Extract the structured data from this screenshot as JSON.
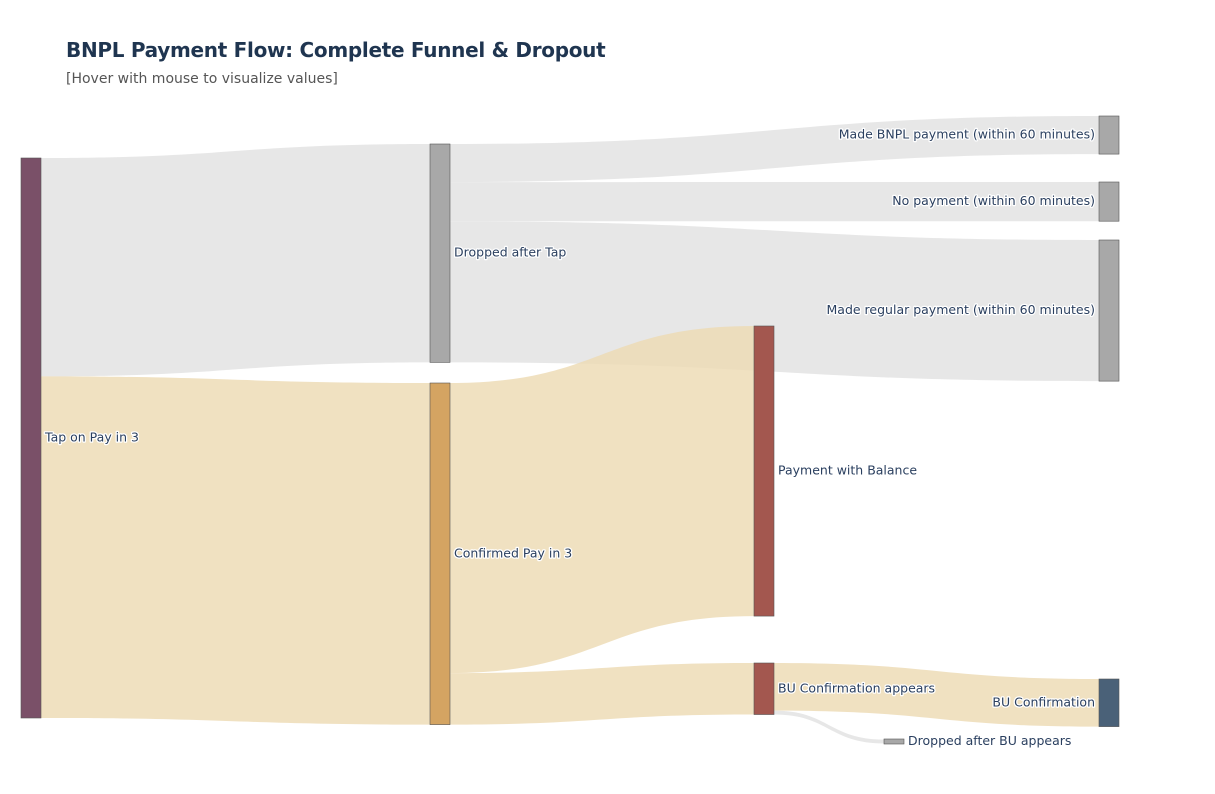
{
  "header": {
    "title": "BNPL Payment Flow: Complete Funnel & Dropout",
    "subtitle": "[Hover with mouse to visualize values]"
  },
  "colors": {
    "tap": "#7a5068",
    "dropped": "#a8a8a8",
    "confirmed": "#d4a462",
    "balance": "#a3574f",
    "bu_appears": "#a3574f",
    "bu_confirmation": "#4a6178",
    "link_grey": "#e4e4e4",
    "link_gold": "#eddbb3",
    "node_border": "#555555"
  },
  "chart_data": {
    "type": "sankey",
    "title": "BNPL Payment Flow: Complete Funnel & Dropout",
    "nodes": [
      {
        "id": "tap",
        "label": "Tap on Pay in 3",
        "column": 0,
        "color": "tap",
        "label_side": "right"
      },
      {
        "id": "dropped",
        "label": "Dropped after Tap",
        "column": 1,
        "color": "dropped",
        "label_side": "right"
      },
      {
        "id": "confirmed",
        "label": "Confirmed Pay in 3",
        "column": 1,
        "color": "confirmed",
        "label_side": "right"
      },
      {
        "id": "balance",
        "label": "Payment with Balance",
        "column": 2,
        "color": "balance",
        "label_side": "right"
      },
      {
        "id": "bu_appears",
        "label": "BU Confirmation appears",
        "column": 2,
        "color": "bu_appears",
        "label_side": "right"
      },
      {
        "id": "bnpl_payment",
        "label": "Made BNPL payment (within 60 minutes)",
        "column": 4,
        "color": "dropped",
        "label_side": "left"
      },
      {
        "id": "no_payment",
        "label": "No payment (within 60 minutes)",
        "column": 4,
        "color": "dropped",
        "label_side": "left"
      },
      {
        "id": "regular_payment",
        "label": "Made regular payment (within 60 minutes)",
        "column": 4,
        "color": "dropped",
        "label_side": "left"
      },
      {
        "id": "bu_confirmation",
        "label": "BU Confirmation",
        "column": 4,
        "color": "bu_confirmation",
        "label_side": "left"
      },
      {
        "id": "dropped_bu",
        "label": "Dropped after BU appears",
        "column": 3,
        "color": "dropped",
        "label_side": "right"
      }
    ],
    "links": [
      {
        "source": "tap",
        "target": "dropped",
        "value": 39,
        "color": "link_grey"
      },
      {
        "source": "tap",
        "target": "confirmed",
        "value": 61,
        "color": "link_gold"
      },
      {
        "source": "dropped",
        "target": "bnpl_payment",
        "value": 6.8,
        "color": "link_grey"
      },
      {
        "source": "dropped",
        "target": "no_payment",
        "value": 7.0,
        "color": "link_grey"
      },
      {
        "source": "dropped",
        "target": "regular_payment",
        "value": 25.2,
        "color": "link_grey"
      },
      {
        "source": "confirmed",
        "target": "balance",
        "value": 51.8,
        "color": "link_gold"
      },
      {
        "source": "confirmed",
        "target": "bu_appears",
        "value": 9.2,
        "color": "link_gold"
      },
      {
        "source": "bu_appears",
        "target": "bu_confirmation",
        "value": 8.5,
        "color": "link_gold"
      },
      {
        "source": "bu_appears",
        "target": "dropped_bu",
        "value": 0.7,
        "color": "link_grey"
      }
    ]
  }
}
